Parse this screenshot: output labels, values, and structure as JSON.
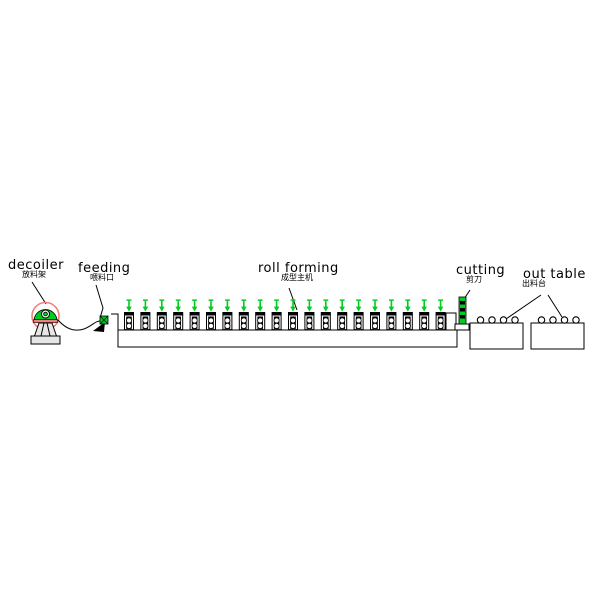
{
  "diagram": {
    "type": "production-line-schematic",
    "labels": {
      "decoiler": {
        "en": "decoiler",
        "cn": "放料架"
      },
      "feeding": {
        "en": "feeding",
        "cn": "喂料口"
      },
      "roll_forming": {
        "en": "roll forming",
        "cn": "成型主机"
      },
      "cutting": {
        "en": "cutting",
        "cn": "剪刀"
      },
      "out_table": {
        "en": "out table",
        "cn": "出料台"
      }
    },
    "machine": {
      "station_count": 20,
      "out_table_count": 2,
      "rollers_per_table": 4
    },
    "colors": {
      "machine_green": "#00cc22",
      "decoiler_red": "#f08080",
      "line_black": "#000000",
      "stand_gray": "#e6e6e6"
    }
  }
}
